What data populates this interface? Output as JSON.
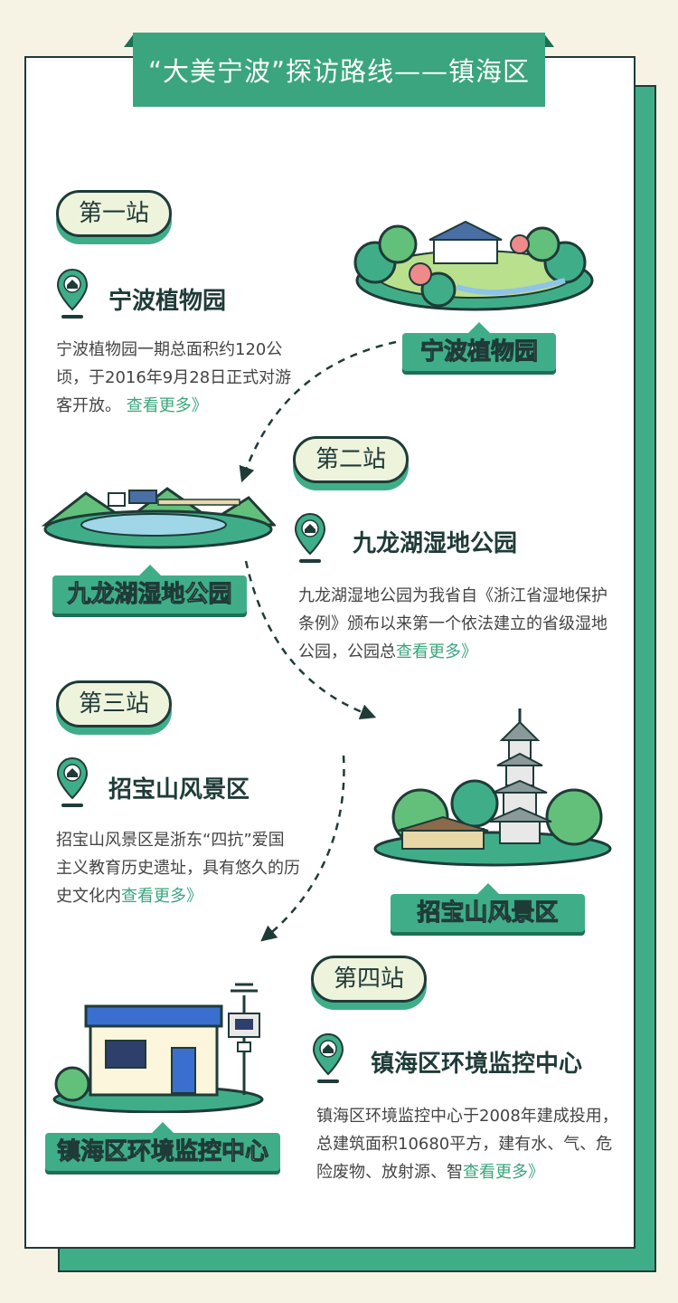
{
  "header": {
    "title": "“大美宁波”探访路线——镇海区"
  },
  "stations": [
    {
      "badge": "第一站",
      "name": "宁波植物园",
      "desc": "宁波植物园一期总面积约120公顷，于2016年9月28日正式对游客开放。",
      "more": "查看更多》",
      "label": "宁波植物园"
    },
    {
      "badge": "第二站",
      "name": "九龙湖湿地公园",
      "desc": "九龙湖湿地公园为我省自《浙江省湿地保护条例》颁布以来第一个依法建立的省级湿地公园，公园总",
      "more": "查看更多》",
      "label": "九龙湖湿地公园"
    },
    {
      "badge": "第三站",
      "name": "招宝山风景区",
      "desc": "招宝山风景区是浙东“四抗”爱国主义教育历史遗址，具有悠久的历史文化内",
      "more": "查看更多》",
      "label": "招宝山风景区"
    },
    {
      "badge": "第四站",
      "name": "镇海区环境监控中心",
      "desc": "镇海区环境监控中心于2008年建成投用，总建筑面积10680平方，建有水、气、危险废物、放射源、智",
      "more": "查看更多》",
      "label": "镇海区环境监控中心"
    }
  ],
  "icons": {
    "pin": "location-pin-icon"
  },
  "colors": {
    "accent": "#3aa57e",
    "dark": "#1f3b38",
    "background": "#f6f3e4"
  }
}
